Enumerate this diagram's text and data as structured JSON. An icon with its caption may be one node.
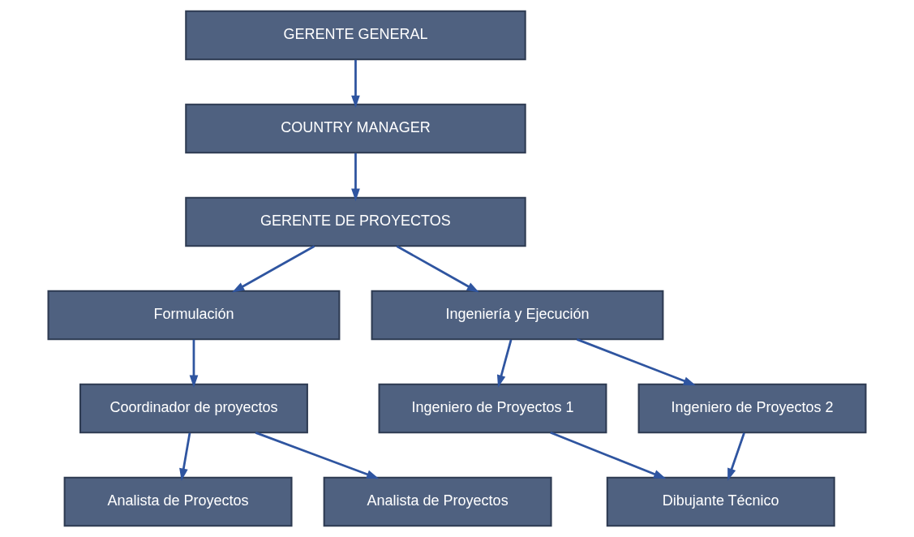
{
  "diagram": {
    "nodes": [
      {
        "text": [
          "GERENTE GENERAL"
        ]
      },
      {
        "text": [
          "COUNTRY MANAGER"
        ]
      },
      {
        "text": [
          "GERENTE DE PROYECTOS"
        ]
      },
      {
        "text": [
          "Formulación"
        ]
      },
      {
        "text": [
          "Ingeniería y Ejecución"
        ]
      },
      {
        "text": [
          "Coordinador de proyectos"
        ]
      },
      {
        "text": [
          "Ingeniero de Proyectos 1"
        ]
      },
      {
        "text": [
          "Ingeniero de Proyectos 2"
        ]
      },
      {
        "text": [
          "Analista de Proyectos"
        ]
      },
      {
        "text": [
          "Analista de Proyectos"
        ]
      },
      {
        "text": [
          "Dibujante Técnico"
        ]
      }
    ],
    "edges": [
      {
        "from": 0,
        "to": 1,
        "arrow": "to"
      },
      {
        "from": 1,
        "to": 2,
        "arrow": "to"
      },
      {
        "from": 2,
        "to": 3,
        "arrow": "to"
      },
      {
        "from": 2,
        "to": 4,
        "arrow": "to"
      },
      {
        "from": 3,
        "to": 5,
        "arrow": "to"
      },
      {
        "from": 4,
        "to": 6,
        "arrow": "to"
      },
      {
        "from": 4,
        "to": 7,
        "arrow": "to"
      },
      {
        "from": 5,
        "to": 8,
        "arrow": "to"
      },
      {
        "from": 5,
        "to": 9,
        "arrow": "to"
      },
      {
        "from": 6,
        "to": 10,
        "arrow": "to"
      },
      {
        "from": 7,
        "to": 10,
        "arrow": "to"
      }
    ]
  }
}
